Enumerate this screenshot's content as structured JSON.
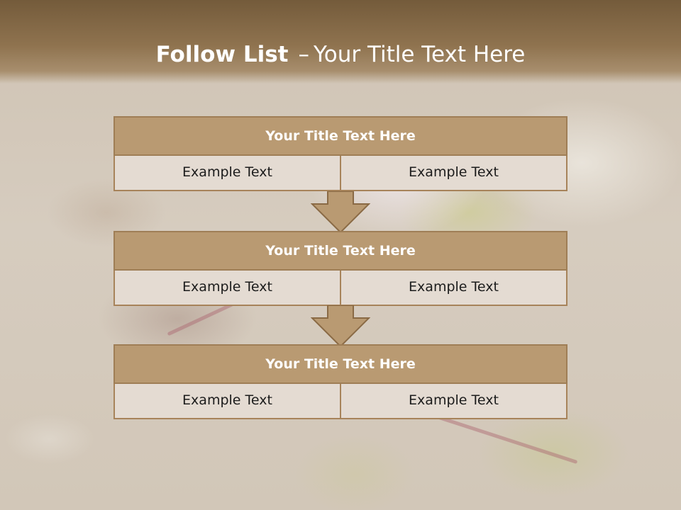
{
  "slide": {
    "title_bold": "Follow List",
    "title_separator": "–",
    "title_rest": "Your Title Text Here"
  },
  "steps": [
    {
      "title": "Your Title Text Here",
      "left_text": "Example Text",
      "right_text": "Example Text"
    },
    {
      "title": "Your Title Text Here",
      "left_text": "Example Text",
      "right_text": "Example Text"
    },
    {
      "title": "Your Title Text Here",
      "left_text": "Example Text",
      "right_text": "Example Text"
    }
  ],
  "colors": {
    "header": "#8f734f",
    "block_title": "#b99a72",
    "cell": "#e4dbd2",
    "arrow": "#b99a72"
  },
  "icons": [
    "down-arrow-icon",
    "down-arrow-icon"
  ]
}
